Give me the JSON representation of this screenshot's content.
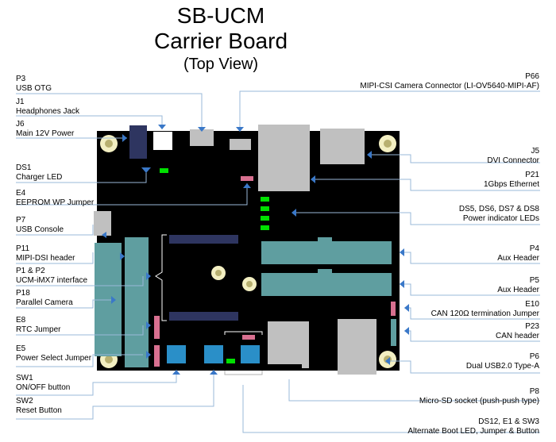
{
  "title": {
    "line1": "SB-UCM",
    "line2": "Carrier Board",
    "line3": "(Top View)"
  },
  "labels_left": [
    {
      "ref": "P3",
      "desc": "USB OTG"
    },
    {
      "ref": "J1",
      "desc": "Headphones Jack"
    },
    {
      "ref": "J6",
      "desc": "Main 12V Power"
    },
    {
      "ref": "DS1",
      "desc": "Charger LED"
    },
    {
      "ref": "E4",
      "desc": "EEPROM WP Jumper"
    },
    {
      "ref": "P7",
      "desc": "USB Console"
    },
    {
      "ref": "P11",
      "desc": "MIPI-DSI header"
    },
    {
      "ref": "P1 & P2",
      "desc": "UCM-iMX7 interface"
    },
    {
      "ref": "P18",
      "desc": "Parallel Camera"
    },
    {
      "ref": "E8",
      "desc": "RTC Jumper"
    },
    {
      "ref": "E5",
      "desc": "Power Select Jumper"
    },
    {
      "ref": "SW1",
      "desc": "ON/OFF button"
    },
    {
      "ref": "SW2",
      "desc": "Reset Button"
    }
  ],
  "labels_right": [
    {
      "ref": "P66",
      "desc": "MIPI-CSI Camera Connector (LI-OV5640-MIPI-AF)"
    },
    {
      "ref": "J5",
      "desc": "DVI Connector"
    },
    {
      "ref": "P21",
      "desc": "1Gbps Ethernet"
    },
    {
      "ref": "DS5, DS6, DS7 & DS8",
      "desc": "Power indicator LEDs"
    },
    {
      "ref": "P4",
      "desc": "Aux Header"
    },
    {
      "ref": "P5",
      "desc": "Aux Header"
    },
    {
      "ref": "E10",
      "desc": "CAN 120Ω termination Jumper"
    },
    {
      "ref": "P23",
      "desc": "CAN header"
    },
    {
      "ref": "P6",
      "desc": "Dual USB2.0 Type-A"
    },
    {
      "ref": "P8",
      "desc": "Micro-SD socket (push-push type)"
    },
    {
      "ref": "DS12, E1 & SW3",
      "desc": "Alternate Boot LED, Jumper & Button"
    }
  ],
  "colors": {
    "board": "#000000",
    "header_teal": "#5f9ea0",
    "dark_connector": "#2e3560",
    "gray_connector": "#c0c0c0",
    "led_green": "#00e000",
    "jumper_pink": "#d87090",
    "button_blue": "#2a8fc8",
    "pointer_line": "#3a78c8",
    "mount_hole": "#f3efc2"
  }
}
